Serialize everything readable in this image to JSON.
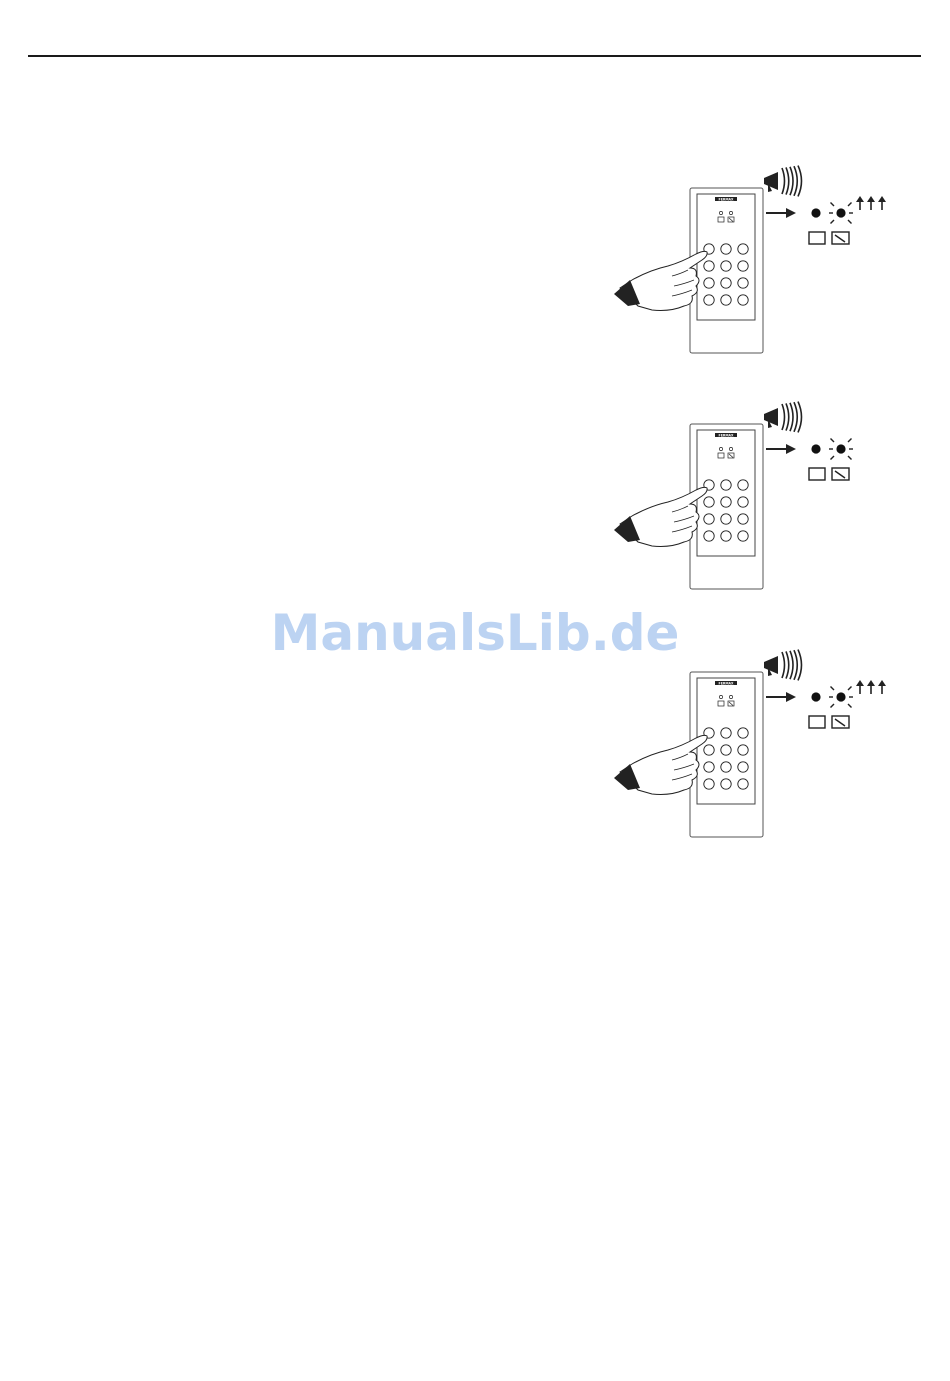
{
  "watermark": {
    "text": "ManualsLib.de"
  },
  "brand_label": "FERMAX",
  "figures": [
    {
      "id": "step-1",
      "beep": true,
      "arrows_up": true
    },
    {
      "id": "step-2",
      "beep": true,
      "arrows_up": false
    },
    {
      "id": "step-3",
      "beep": true,
      "arrows_up": true
    }
  ],
  "icons": {
    "speaker": "speaker-icon",
    "hand": "hand-pressing-icon",
    "arrow": "right-arrow-icon",
    "led_on": "led-on-icon",
    "led_blink": "led-blinking-icon",
    "arrows_up": "triple-up-arrows-icon",
    "door_closed": "door-closed-icon",
    "door_open": "door-open-icon"
  }
}
